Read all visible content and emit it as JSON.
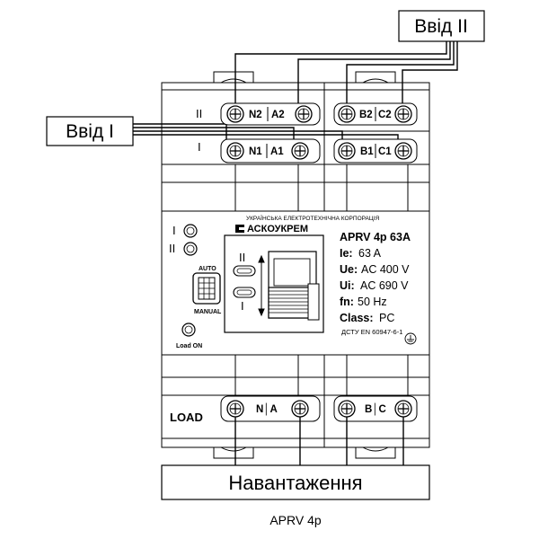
{
  "inputs": {
    "input2_label": "Ввід II",
    "input1_label": "Ввід I"
  },
  "top_block": {
    "row_upper_roman": "II",
    "row_lower_roman": "I",
    "terminal_n2": "N2",
    "terminal_a2": "A2",
    "terminal_b2": "B2",
    "terminal_c2": "C2",
    "terminal_n1": "N1",
    "terminal_a1": "A1",
    "terminal_b1": "B1",
    "terminal_c1": "C1"
  },
  "front_panel": {
    "indicator_upper": "I",
    "indicator_lower": "II",
    "switch_auto": "AUTO",
    "switch_manual": "MANUAL",
    "load_on": "Load ON",
    "brand_tagline": "УКРАЇНСЬКА ЕЛЕКТРОТЕХНІЧНА КОРПОРАЦІЯ",
    "brand_logo": "АСКОУКРЕМ",
    "handle_upper": "II",
    "handle_lower": "I"
  },
  "specs": {
    "model": "APRV  4p 63A",
    "ie_key": "Ie:",
    "ie_val": "63 A",
    "ue_key": "Ue:",
    "ue_val": "AC 400 V",
    "ui_key": "Ui:",
    "ui_val": "AC 690 V",
    "fn_key": "fn:",
    "fn_val": "50 Hz",
    "class_key": "Class:",
    "class_val": "PC",
    "standard": "ДСТУ EN 60947-6-1"
  },
  "bottom_block": {
    "load_label": "LOAD",
    "terminal_na": "N│A",
    "terminal_bc": "B│C"
  },
  "output": {
    "load_box_label": "Навантаження"
  },
  "caption": "APRV 4p",
  "colors": {
    "line": "#000000",
    "background": "#ffffff"
  }
}
